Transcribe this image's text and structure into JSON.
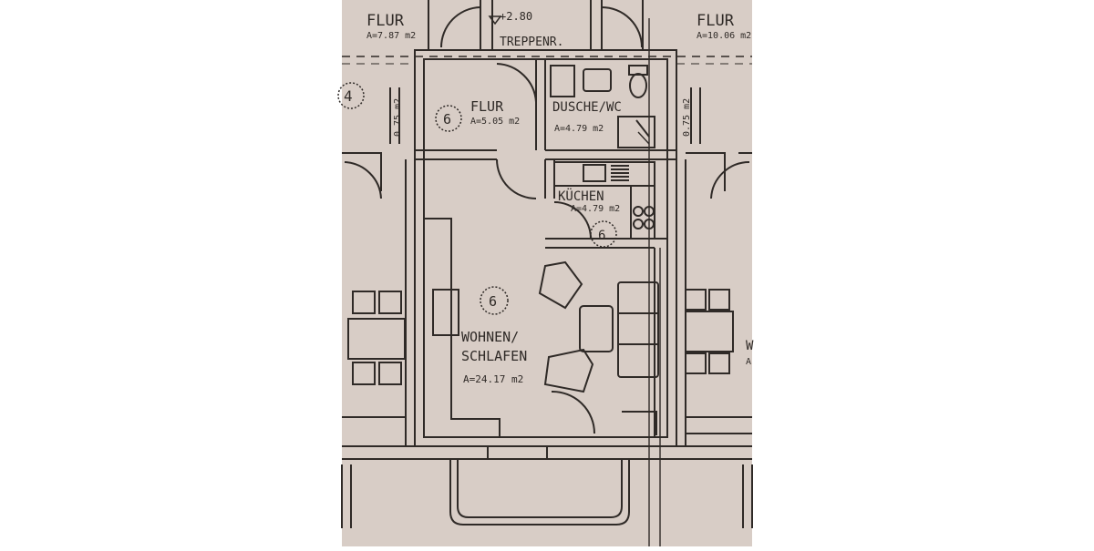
{
  "colors": {
    "background": "#ffffff",
    "paper": "#d8cdc6",
    "ink": "#2f2a27",
    "wall_fill": "#efe9e4"
  },
  "rooms": {
    "flur_left": {
      "name": "FLUR",
      "area": "A=7.87 m2"
    },
    "flur_right": {
      "name": "FLUR",
      "area": "A=10.06 m2"
    },
    "treppenhaus": {
      "name": "TREPPENR.",
      "level": "+2.80"
    },
    "flur": {
      "name": "FLUR",
      "area": "A=5.05 m2"
    },
    "dusche_wc": {
      "name": "DUSCHE/WC",
      "area": "A=4.79 m2"
    },
    "kuechen": {
      "name": "KÜCHEN",
      "area": "A=4.79 m2"
    },
    "wohnen": {
      "name_line1": "WOHNEN/",
      "name_line2": "SCHLAFEN",
      "area": "A=24.17 m2"
    }
  },
  "dimensions": {
    "left": "0.75 m2",
    "right": "0.75 m2"
  },
  "markers": {
    "left_unit": "4",
    "flur": "6",
    "kuechen": "6",
    "wohnen": "6"
  },
  "fragments": {
    "right_w": "W",
    "right_a": "A"
  }
}
